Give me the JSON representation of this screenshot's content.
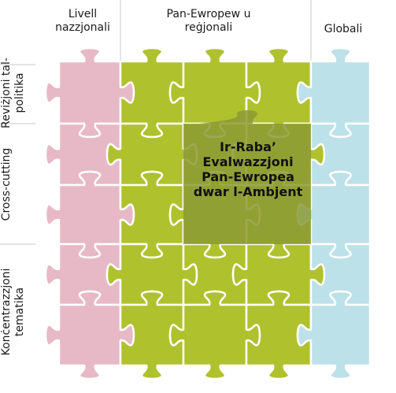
{
  "columns": [
    {
      "line1": "Livell",
      "line2": "nazzjonali"
    },
    {
      "line1": "Pan-Ewropew u",
      "line2": "reġjonali"
    },
    {
      "line1": "Globali",
      "line2": ""
    }
  ],
  "rows": [
    {
      "line1": "Reviżjoni tal-",
      "line2": "politika"
    },
    {
      "line1": "Cross-cutting",
      "line2": ""
    },
    {
      "line1": "Konċentrazzjoni",
      "line2": "tematika"
    }
  ],
  "center": {
    "line1": "Ir-Raba’",
    "line2": "Evalwazzjoni",
    "line3": "Pan-Ewropea",
    "line4": "dwar l-Ambjent"
  },
  "colors": {
    "national": "#e7b9c7",
    "paneuropean": "#b0c12e",
    "global": "#bde1e8",
    "highlight": "#8c9a34",
    "divider": "#c8c8c8"
  }
}
